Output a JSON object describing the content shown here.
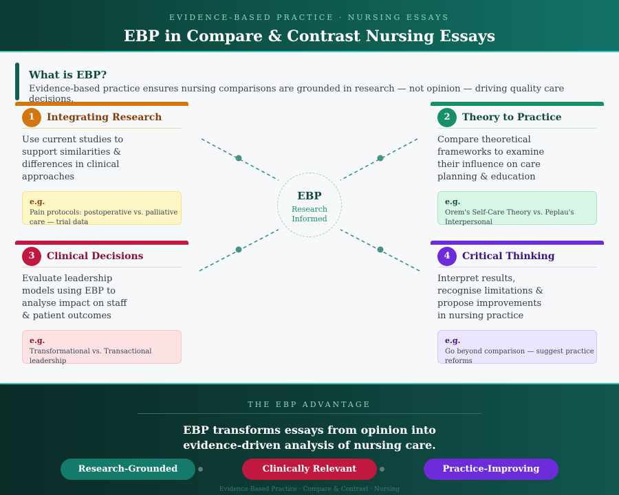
{
  "header": {
    "kicker": "EVIDENCE-BASED PRACTICE · NURSING ESSAYS",
    "title": "EBP in Compare & Contrast Nursing Essays"
  },
  "intro": {
    "heading": "What is EBP?",
    "text": "Evidence-based practice ensures nursing comparisons are grounded in research — not opinion — driving quality care decisions."
  },
  "cards": [
    {
      "number": "1",
      "title": "Integrating Research",
      "body": "Use current studies to support similarities & differences in clinical approaches",
      "example_label": "e.g.",
      "example_text": "Pain protocols: postoperative vs. palliative care — trial data"
    },
    {
      "number": "2",
      "title": "Theory to Practice",
      "body": "Compare theoretical frameworks to examine their influence on care planning & education",
      "example_label": "e.g.",
      "example_text": "Orem's Self-Care Theory vs. Peplau's Interpersonal"
    },
    {
      "number": "3",
      "title": "Clinical Decisions",
      "body": "Evaluate leadership models using EBP to analyse impact on staff & patient outcomes",
      "example_label": "e.g.",
      "example_text": "Transformational vs. Transactional leadership"
    },
    {
      "number": "4",
      "title": "Critical Thinking",
      "body": "Interpret results, recognise limitations & propose improvements in nursing practice",
      "example_label": "e.g.",
      "example_text": "Go beyond comparison — suggest practice reforms"
    }
  ],
  "hub": {
    "title": "EBP",
    "line1": "Research",
    "line2": "Informed"
  },
  "footer": {
    "kicker": "THE EBP ADVANTAGE",
    "message_line1": "EBP transforms essays from opinion into",
    "message_line2": "evidence-driven analysis of nursing care.",
    "pills": [
      "Research-Grounded",
      "Clinically Relevant",
      "Practice-Improving"
    ],
    "credit": "Evidence-Based Practice · Compare & Contrast · Nursing"
  },
  "colors": {
    "teal": "#179068",
    "orange": "#d2760d",
    "crimson": "#c0183f",
    "purple": "#6d2bd9",
    "dark_teal": "#0f4a42"
  }
}
